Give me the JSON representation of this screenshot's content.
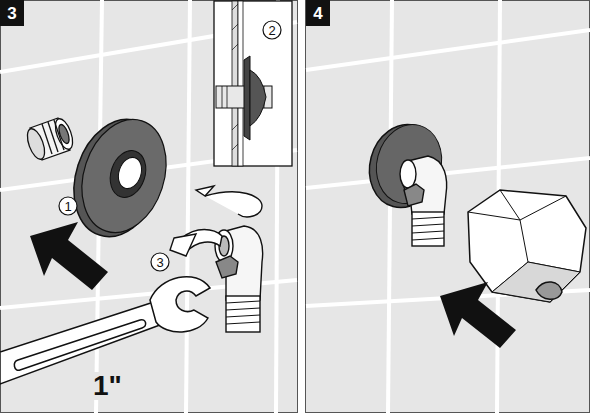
{
  "diagram": {
    "nodes": [
      {
        "text": [
          "3"
        ]
      },
      {
        "text": [
          "2"
        ]
      },
      {
        "text": [
          "1"
        ]
      },
      {
        "text": [
          "3"
        ]
      },
      {
        "text": [
          "4"
        ]
      }
    ],
    "labels": [
      "1\""
    ]
  }
}
